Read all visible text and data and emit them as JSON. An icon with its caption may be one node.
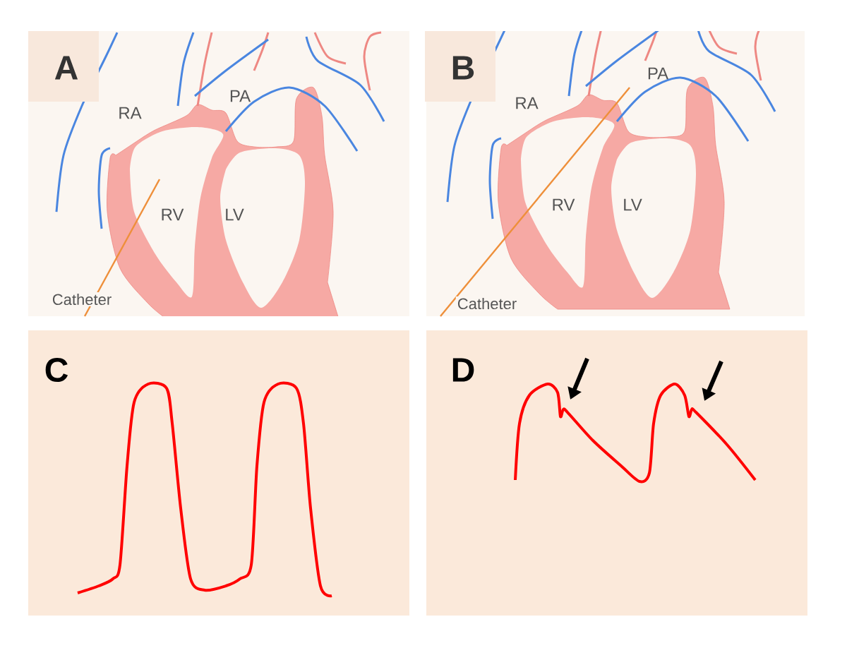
{
  "diagram": {
    "labels": [
      "A",
      "RA",
      "PA",
      "RV",
      "LV",
      "Catheter",
      "B",
      "RA",
      "PA",
      "RV",
      "LV",
      "Catheter",
      "C",
      "D"
    ]
  }
}
